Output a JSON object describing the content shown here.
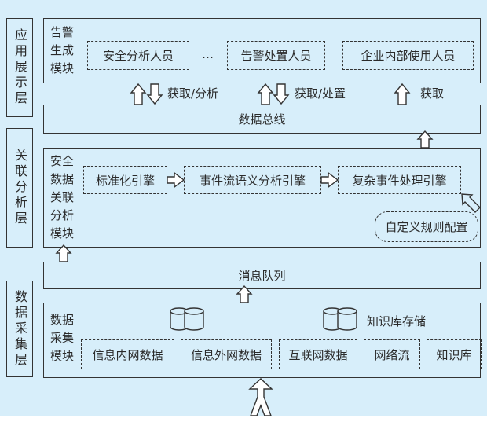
{
  "layers": {
    "app": "应用展示层",
    "analysis": "关联分析层",
    "collection": "数据采集层"
  },
  "alert_module": {
    "title": "告警生成模块",
    "roles": [
      "安全分析人员",
      "…",
      "告警处置人员",
      "企业内部使用人员"
    ]
  },
  "arrow_labels": [
    "获取/分析",
    "获取/处置",
    "获取"
  ],
  "data_bus": "数据总线",
  "analysis_module": {
    "title": "安全数据关联分析模块",
    "engines": [
      "标准化引擎",
      "事件流语义分析引擎",
      "复杂事件处理引擎"
    ],
    "rule_config": "自定义规则配置"
  },
  "message_queue": "消息队列",
  "collection_module": {
    "title": "数据采集模块",
    "storage_label": "知识库存储",
    "sources": [
      "信息内网数据",
      "信息外网数据",
      "互联网数据",
      "网络流",
      "知识库"
    ]
  }
}
